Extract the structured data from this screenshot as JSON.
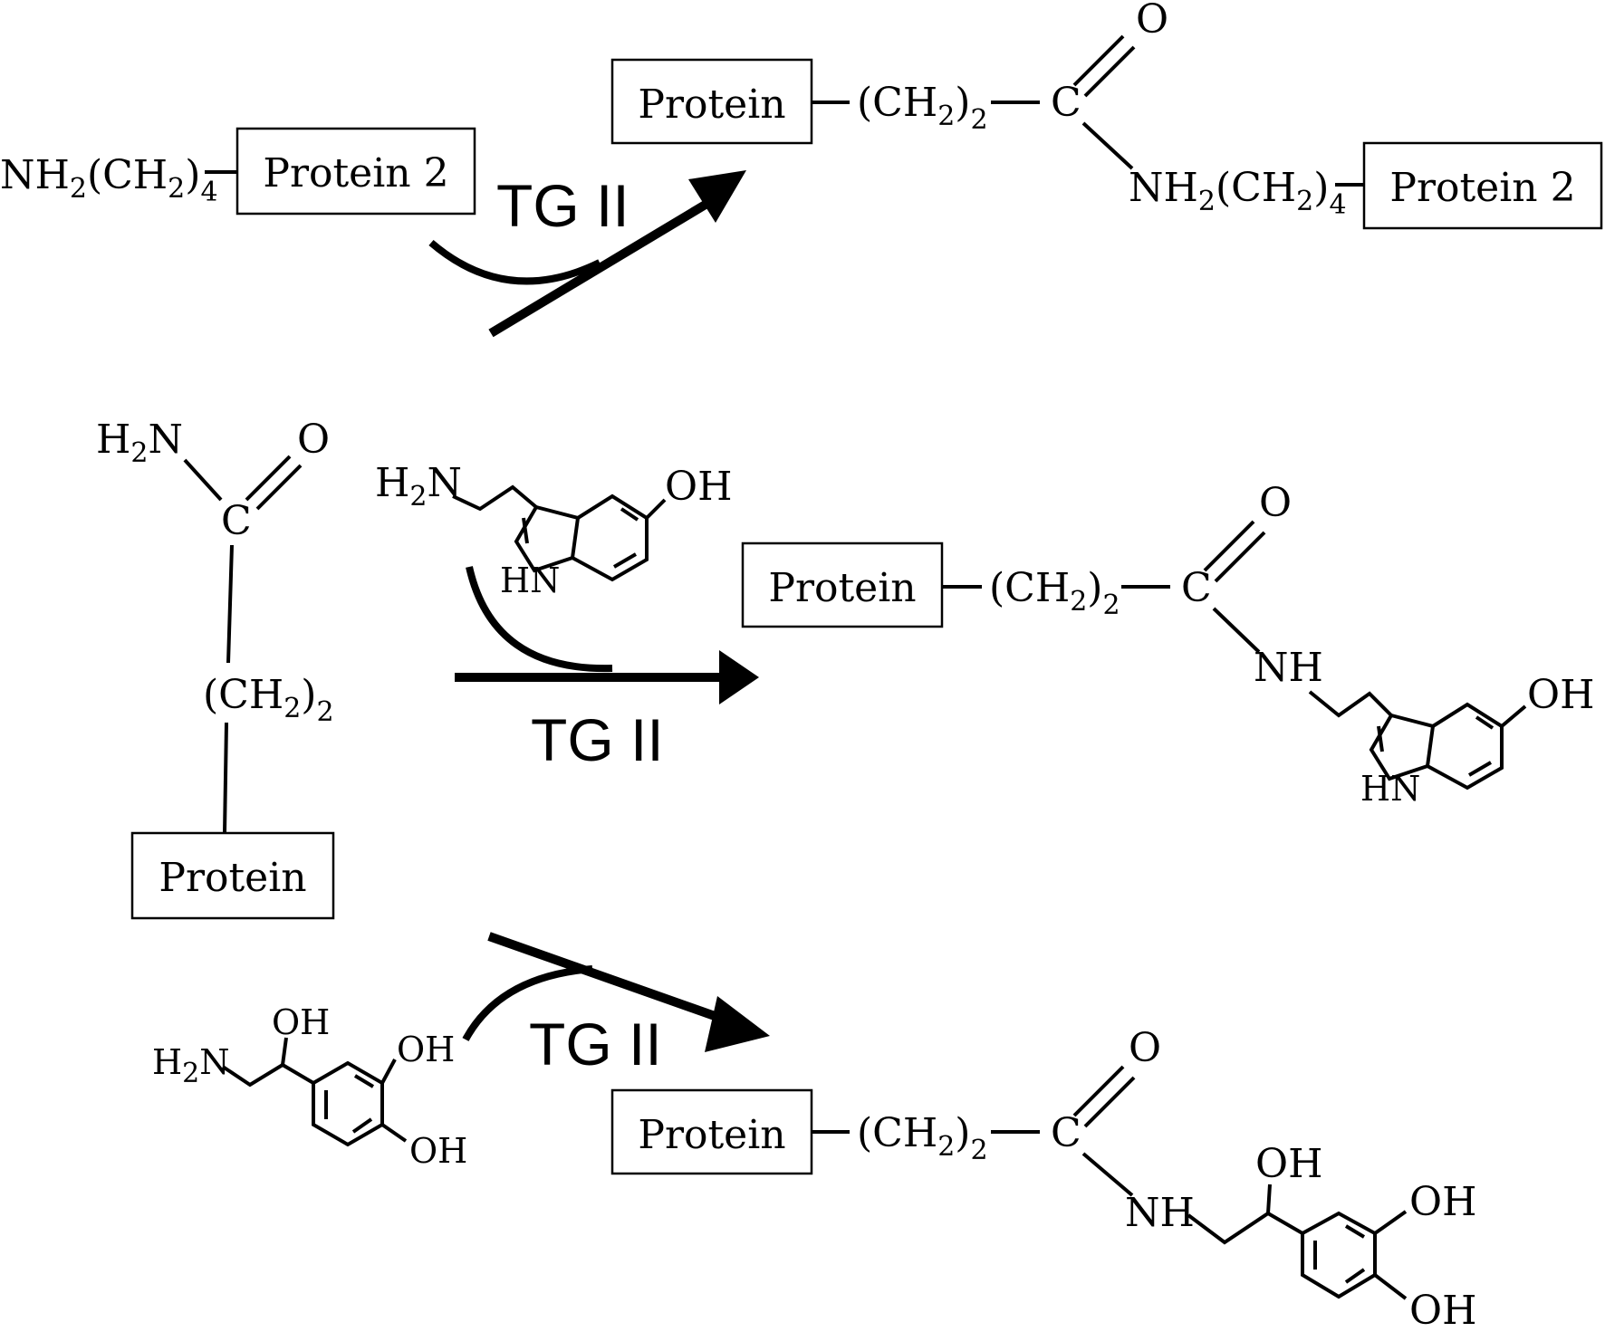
{
  "labels": {
    "protein": "Protein",
    "protein2": "Protein 2",
    "enzyme": "TG II",
    "nh2": "NH",
    "h2n_h": "H",
    "h2n_n": "N",
    "ch2_open": "(CH",
    "ch2_close": ")",
    "sub2": "2",
    "sub4": "4",
    "carbon": "C",
    "oxygen": "O",
    "nh": "NH",
    "hn": "HN",
    "oh": "OH"
  }
}
